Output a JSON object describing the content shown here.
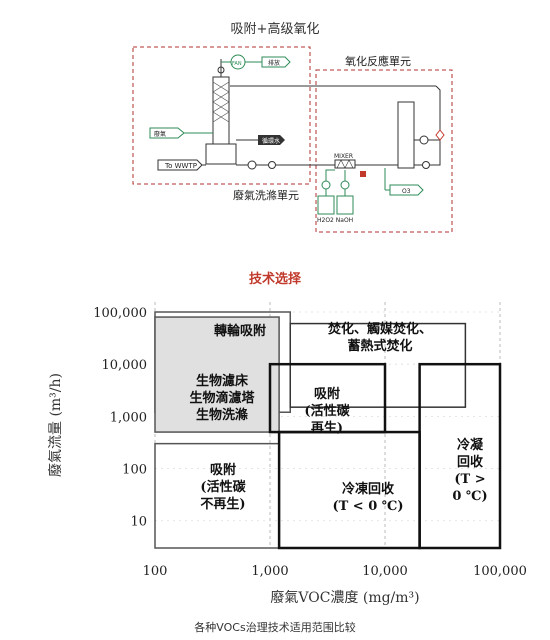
{
  "top_title": "吸附+高级氧化",
  "process": {
    "unit_scrubber": "廢氣洗滌單元",
    "unit_oxidation": "氧化反應單元",
    "fan": "FAN",
    "exhaust": "排放",
    "waste_gas": "廢氣",
    "circulating_water": "循環水",
    "to_wwtp": "To WWTP",
    "mixer": "MIXER",
    "reagents": "H2O2 NaOH",
    "ozone": "O3"
  },
  "section_title": "技术选择",
  "caption": "各种VOCs治理技术适用范围比较",
  "chart_data": {
    "type": "region",
    "x_scale": "log",
    "y_scale": "log",
    "xlim": [
      100,
      100000
    ],
    "ylim": [
      3,
      100000
    ],
    "x_ticks": [
      100,
      1000,
      10000,
      100000
    ],
    "x_tick_labels": [
      "100",
      "1,000",
      "10,000",
      "100,000"
    ],
    "y_ticks": [
      10,
      100,
      1000,
      10000,
      100000
    ],
    "y_tick_labels": [
      "10",
      "100",
      "1,000",
      "10,000",
      "100,000"
    ],
    "xlabel": "廢氣VOC濃度 (mg/m³)",
    "ylabel": "廢氣流量 (m³/h)",
    "regions": [
      {
        "lines": [
          "轉輪吸附"
        ],
        "x": [
          100,
          1500
        ],
        "y": [
          1200,
          100000
        ],
        "fill": "none",
        "stroke": "#555555",
        "width": 1.5
      },
      {
        "lines": [
          "焚化、觸媒焚化、",
          "蓄熱式焚化"
        ],
        "x": [
          1500,
          50000
        ],
        "y": [
          1500,
          60000
        ],
        "fill": "none",
        "stroke": "#333333",
        "width": 1.5
      },
      {
        "lines": [
          "生物濾床",
          "生物滴濾塔",
          "生物洗滌"
        ],
        "x": [
          100,
          1200
        ],
        "y": [
          500,
          80000
        ],
        "fill": "#e0e0e0",
        "stroke": "#555555",
        "width": 1.5
      },
      {
        "lines": [
          "吸附",
          "(活性碳",
          "再生)"
        ],
        "x": [
          1000,
          10000
        ],
        "y": [
          500,
          10000
        ],
        "fill": "none",
        "stroke": "#111111",
        "width": 2.5
      },
      {
        "lines": [
          "吸附",
          "(活性碳",
          "不再生)"
        ],
        "x": [
          100,
          1200
        ],
        "y": [
          3,
          300
        ],
        "fill": "none",
        "stroke": "#555555",
        "width": 1.5
      },
      {
        "lines": [
          "冷凍回收",
          "(T < 0 ℃)"
        ],
        "x": [
          1200,
          20000
        ],
        "y": [
          2,
          500
        ],
        "fill": "none",
        "stroke": "#111111",
        "width": 2.5
      },
      {
        "lines": [
          "冷凝",
          "回收",
          "(T >",
          "0 ℃)"
        ],
        "x": [
          20000,
          100000
        ],
        "y": [
          3,
          10000
        ],
        "fill": "none",
        "stroke": "#111111",
        "width": 2.5
      }
    ]
  }
}
